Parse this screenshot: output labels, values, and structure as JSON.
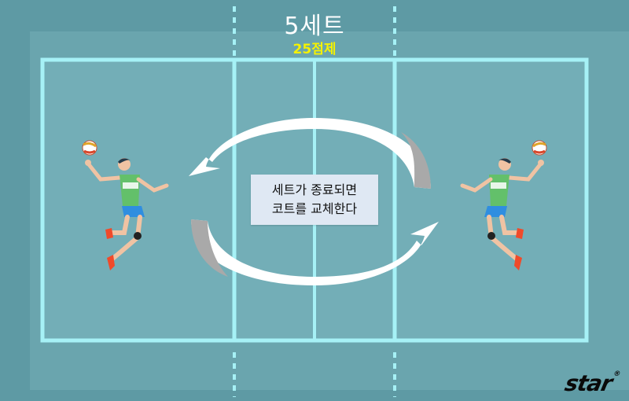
{
  "header": {
    "title": "5세트",
    "subtitle": "25점제"
  },
  "message": {
    "line1": "세트가 종료되면",
    "line2": "코트를 교체한다"
  },
  "logo": {
    "text": "star",
    "mark": "®"
  },
  "colors": {
    "background": "#5e9aa4",
    "court_lines": "#a6f1f6",
    "subtitle": "#f5f200",
    "arrow_fill": "#ffffff",
    "arrow_shade": "#a9a9a9",
    "jersey": "#63c06a",
    "shorts": "#2f8ee0",
    "shoes": "#f04a2a"
  },
  "icons": {
    "left_player": "volleyball-player-icon",
    "right_player": "volleyball-player-icon",
    "ball": "volleyball-icon"
  }
}
